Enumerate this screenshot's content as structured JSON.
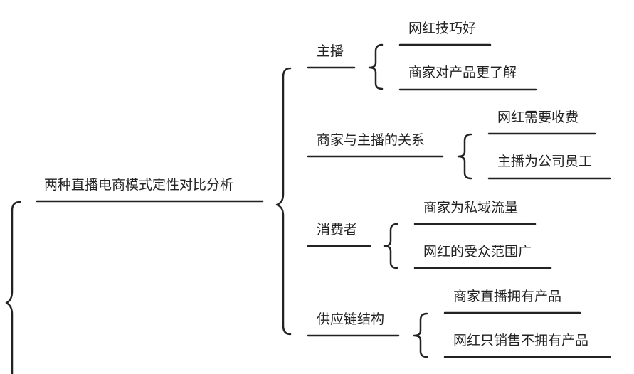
{
  "diagram": {
    "root": {
      "label": "两种直播电商模式定性对比分析"
    },
    "branches": [
      {
        "label": "主播",
        "children": [
          "网红技巧好",
          "商家对产品更了解"
        ]
      },
      {
        "label": "商家与主播的关系",
        "children": [
          "网红需要收费",
          "主播为公司员工"
        ]
      },
      {
        "label": "消费者",
        "children": [
          "商家为私域流量",
          "网红的受众范围广"
        ]
      },
      {
        "label": "供应链结构",
        "children": [
          "商家直播拥有产品",
          "网红只销售不拥有产品"
        ]
      }
    ]
  }
}
